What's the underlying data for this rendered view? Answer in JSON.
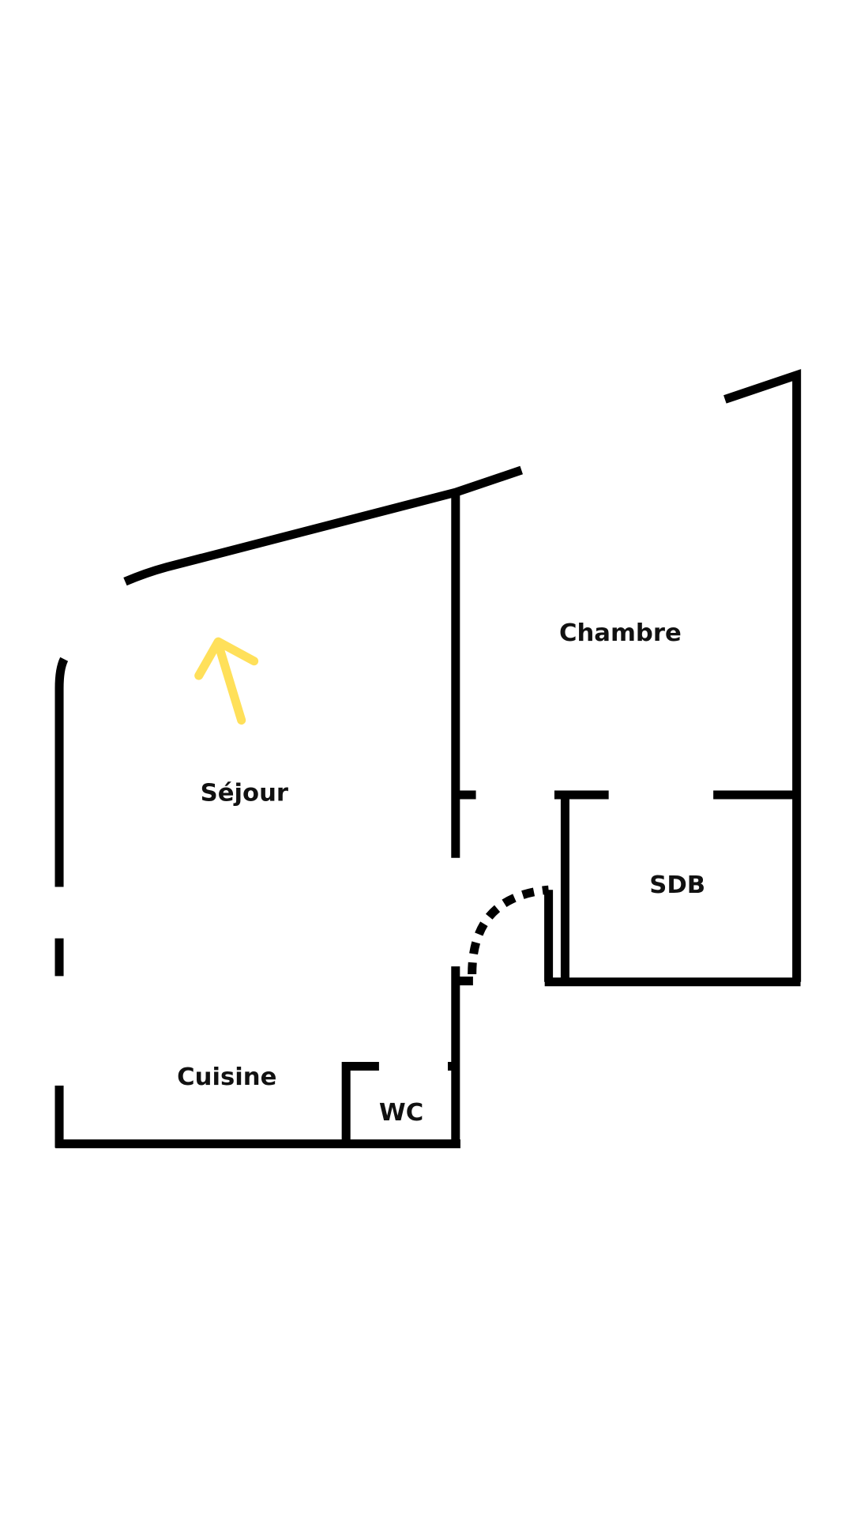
{
  "rooms": {
    "chambre": "Chambre",
    "sejour": "Séjour",
    "sdb": "SDB",
    "cuisine": "Cuisine",
    "wc": "WC"
  },
  "colors": {
    "wall": "#000000",
    "arrow": "#FFE05A",
    "background": "#FFFFFF"
  },
  "icons": {
    "north_arrow": "arrow-icon"
  }
}
